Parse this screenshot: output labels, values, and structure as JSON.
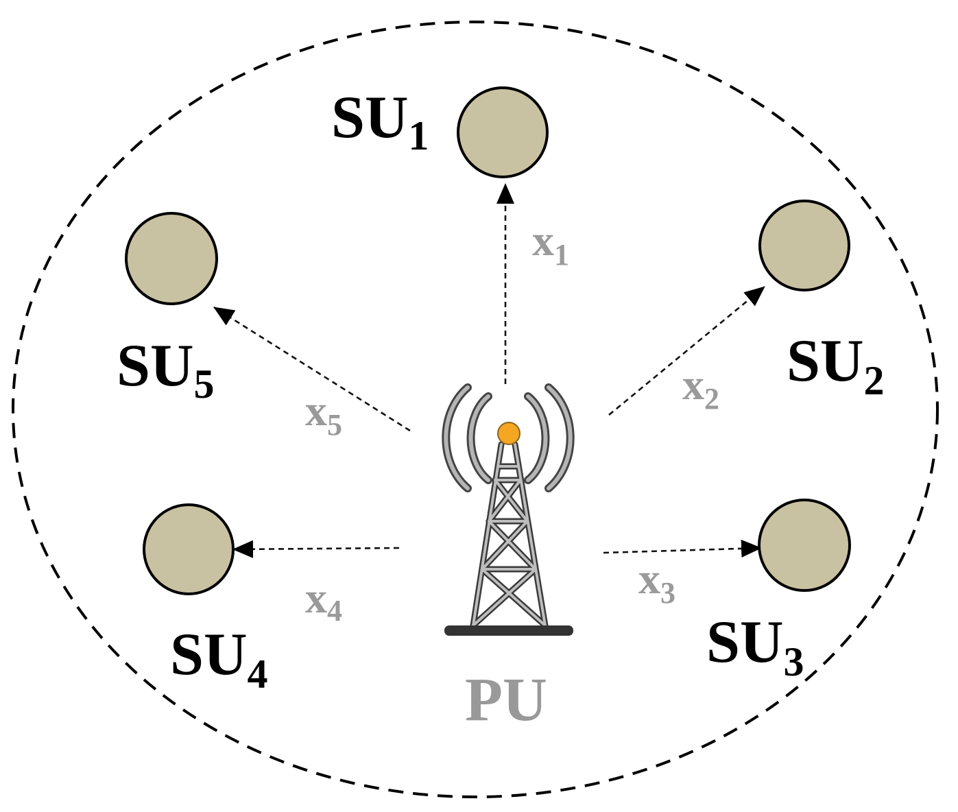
{
  "nodes": [
    {
      "label": "SU",
      "sub": "1"
    },
    {
      "label": "SU",
      "sub": "2"
    },
    {
      "label": "SU",
      "sub": "3"
    },
    {
      "label": "SU",
      "sub": "4"
    },
    {
      "label": "SU",
      "sub": "5"
    }
  ],
  "primary_user": {
    "label": "PU"
  },
  "links": [
    {
      "label": "x",
      "sub": "1"
    },
    {
      "label": "x",
      "sub": "2"
    },
    {
      "label": "x",
      "sub": "3"
    },
    {
      "label": "x",
      "sub": "4"
    },
    {
      "label": "x",
      "sub": "5"
    }
  ],
  "colors": {
    "node_fill": "#c9c2a2",
    "primary_label": "#999999",
    "link_label": "#9a9a9a",
    "tower_dot": "#f5a623"
  }
}
